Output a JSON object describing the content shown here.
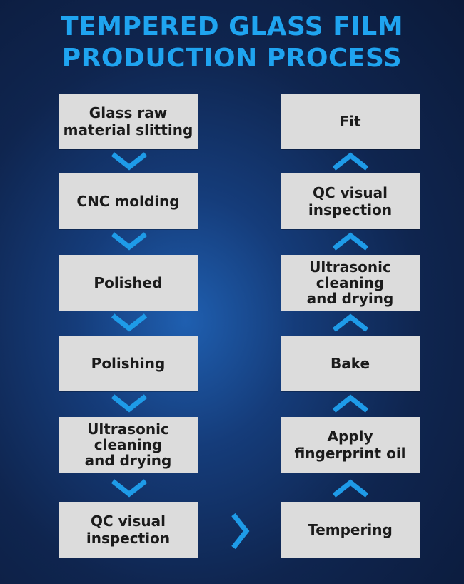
{
  "title": {
    "line1": "TEMPERED GLASS FILM",
    "line2": "PRODUCTION PROCESS"
  },
  "left_steps": [
    "Glass raw\nmaterial slitting",
    "CNC molding",
    "Polished",
    "Polishing",
    "Ultrasonic\ncleaning\nand drying",
    "QC visual\ninspection"
  ],
  "right_steps": [
    "Fit",
    "QC visual\ninspection",
    "Ultrasonic\ncleaning\nand drying",
    "Bake",
    "Apply\nfingerprint oil",
    "Tempering"
  ],
  "colors": {
    "accent": "#1fa4f0",
    "box": "#dcdcdc",
    "arrow": "#1e9be8"
  },
  "icons": {
    "down": "chevron-down-icon",
    "up": "chevron-up-icon",
    "right": "chevron-right-icon"
  }
}
